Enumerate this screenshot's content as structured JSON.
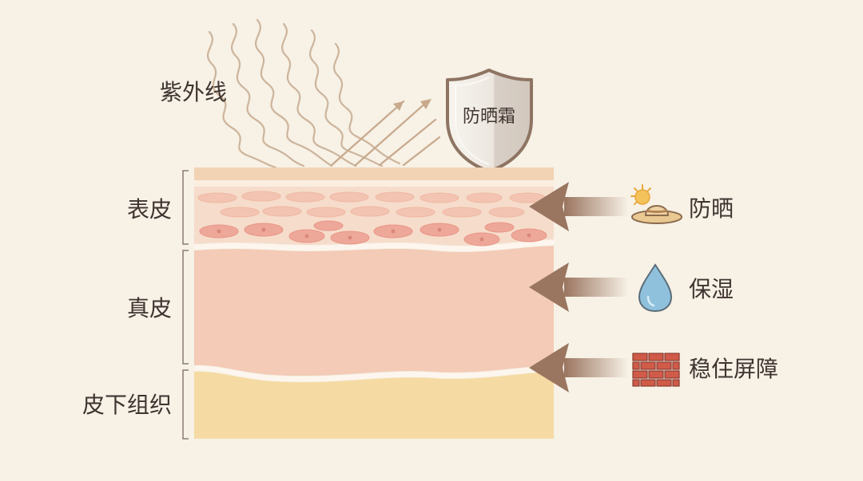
{
  "uv": {
    "label": "紫外线"
  },
  "shield": {
    "label": "防晒霜"
  },
  "layers": [
    {
      "id": "epidermis",
      "label": "表皮"
    },
    {
      "id": "dermis",
      "label": "真皮"
    },
    {
      "id": "subcutaneous",
      "label": "皮下组织"
    }
  ],
  "benefits": [
    {
      "label": "防晒",
      "icon": "sun-hat-icon"
    },
    {
      "label": "保湿",
      "icon": "water-drop-icon"
    },
    {
      "label": "稳住屏障",
      "icon": "brick-wall-icon"
    }
  ],
  "colors": {
    "background": "#f7f1e6",
    "epidermis": "#f6dccb",
    "dermis": "#f3cbb6",
    "subcutaneous": "#f5dba3",
    "ray": "#c8ad93",
    "arrow": "#a27e66",
    "shield": "#e9e3dc"
  }
}
